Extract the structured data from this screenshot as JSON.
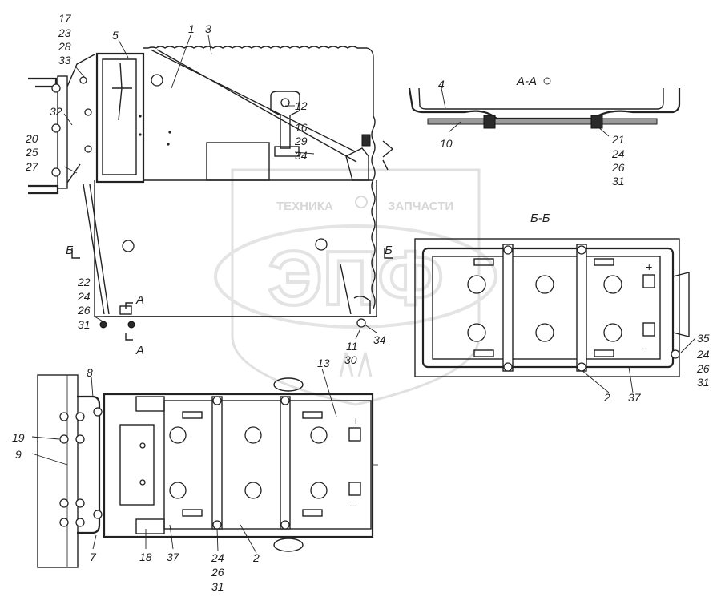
{
  "labels": {
    "l17": "17",
    "l23": "23",
    "l28": "28",
    "l33": "33",
    "l5": "5",
    "l1": "1",
    "l3": "3",
    "l32": "32",
    "l20": "20",
    "l25": "25",
    "l27": "27",
    "l12": "12",
    "l16": "16",
    "l29": "29",
    "l34a": "34",
    "l4": "4",
    "l10": "10",
    "l21": "21",
    "l24a": "24",
    "l26a": "26",
    "l31a": "31",
    "l22": "22",
    "l24b": "24",
    "l26b": "26",
    "l31b": "31",
    "l11": "11",
    "l30": "30",
    "l34b": "34",
    "l35": "35",
    "l24c": "24",
    "l26c": "26",
    "l31c": "31",
    "l2a": "2",
    "l37a": "37",
    "l13": "13",
    "l8": "8",
    "l19": "19",
    "l9": "9",
    "l7": "7",
    "l18": "18",
    "l37b": "37",
    "l24d": "24",
    "l26d": "26",
    "l31d": "31",
    "l2b": "2"
  },
  "sections": {
    "aa_title": "А-А",
    "bb_title": "Б-Б",
    "cut_a_top": "А",
    "cut_a_bottom": "А",
    "cut_b_left": "Б",
    "cut_b_right": "Б"
  },
  "terminals": {
    "plus_top": "+",
    "minus_top": "−",
    "plus_bottom": "+",
    "minus_bottom": "−"
  },
  "watermark": {
    "brand_left": "ТЕХНИКА",
    "brand_right": "ЗАПЧАСТИ",
    "logo_text": "ЭПФ"
  }
}
